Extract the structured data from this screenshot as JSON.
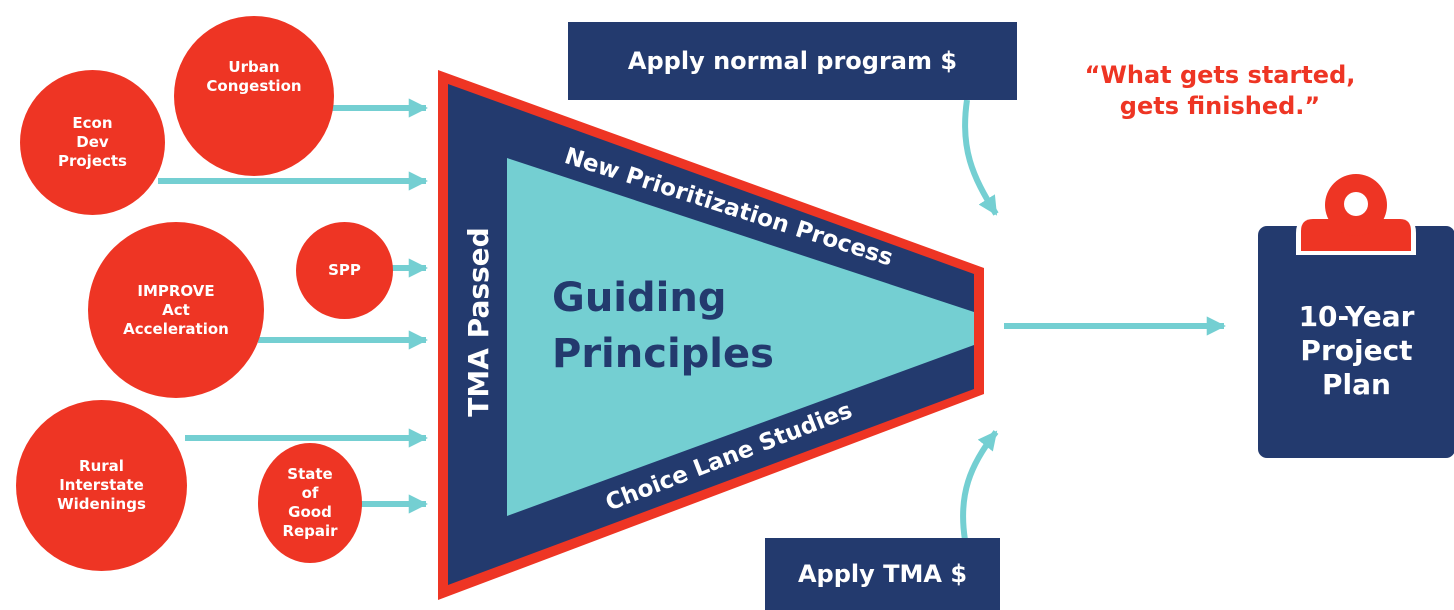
{
  "colors": {
    "accent_red": "#ee3524",
    "navy": "#233a6e",
    "teal": "#74cfd2",
    "white": "#ffffff"
  },
  "inputs": [
    {
      "id": "urban-congestion",
      "label": "Urban\nCongestion"
    },
    {
      "id": "econ-dev",
      "label": "Econ\nDev\nProjects"
    },
    {
      "id": "spp",
      "label": "SPP"
    },
    {
      "id": "improve-act",
      "label": "IMPROVE\nAct\nAcceleration"
    },
    {
      "id": "rural-interstate",
      "label": "Rural\nInterstate\nWidenings"
    },
    {
      "id": "state-of-good-repair",
      "label": "State\nof\nGood\nRepair"
    }
  ],
  "funnel": {
    "left_label": "TMA Passed",
    "top_label": "New Prioritization Process",
    "bottom_label": "Choice Lane Studies",
    "center_line1": "Guiding",
    "center_line2": "Principles"
  },
  "funding": {
    "top": "Apply normal program $",
    "bottom": "Apply TMA $"
  },
  "quote": "“What gets started,\ngets finished.”",
  "output": {
    "icon": "clipboard-icon",
    "label": "10-Year\nProject\nPlan"
  }
}
